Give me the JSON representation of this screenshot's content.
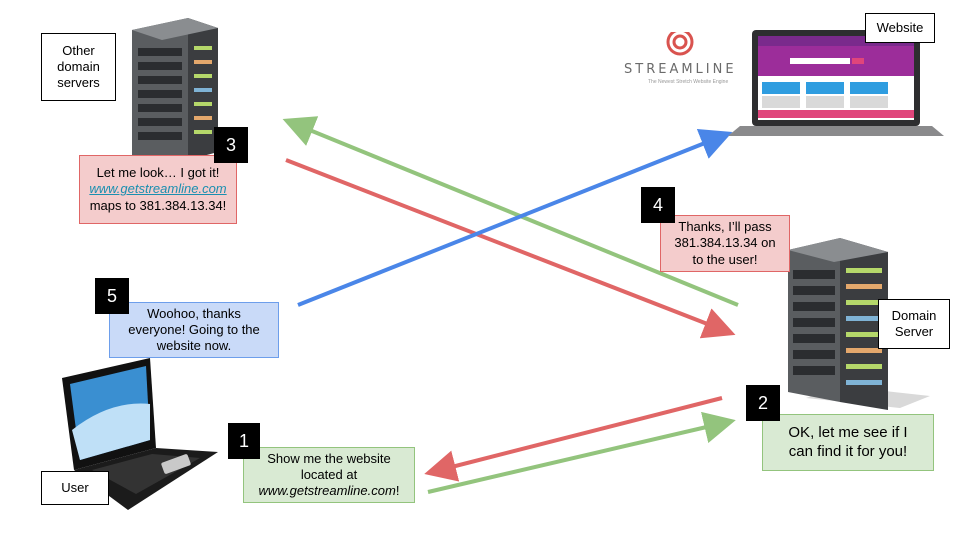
{
  "labels": {
    "other_servers": [
      "Other",
      "domain",
      "servers"
    ],
    "website": "Website",
    "domain_server": [
      "Domain",
      "Server"
    ],
    "user": "User"
  },
  "logo": {
    "name": "STREAMLINE",
    "tagline": "The Newest Stretch Website Engine"
  },
  "steps": [
    {
      "n": "1",
      "lines": [
        "Show me the website",
        "located at"
      ],
      "url": "www.getstreamline.com",
      "suffix": "!"
    },
    {
      "n": "2",
      "lines": [
        "OK, let me see if I",
        "can find it for you!"
      ]
    },
    {
      "n": "3",
      "lines": [
        "Let me look… I got it!"
      ],
      "url": "www.getstreamline.com",
      "after": "maps to 381.384.13.34!"
    },
    {
      "n": "4",
      "lines": [
        "Thanks, I’ll pass",
        "381.384.13.34 on",
        "to the user!"
      ]
    },
    {
      "n": "5",
      "lines": [
        "Woohoo, thanks",
        "everyone! Going to the",
        "website now."
      ]
    }
  ],
  "colors": {
    "red_arrow": "#e06666",
    "green_arrow": "#93c47d",
    "blue_arrow": "#4a86e8"
  },
  "icons": [
    "server-rack-icon",
    "laptop-icon",
    "streamline-logo-icon"
  ]
}
